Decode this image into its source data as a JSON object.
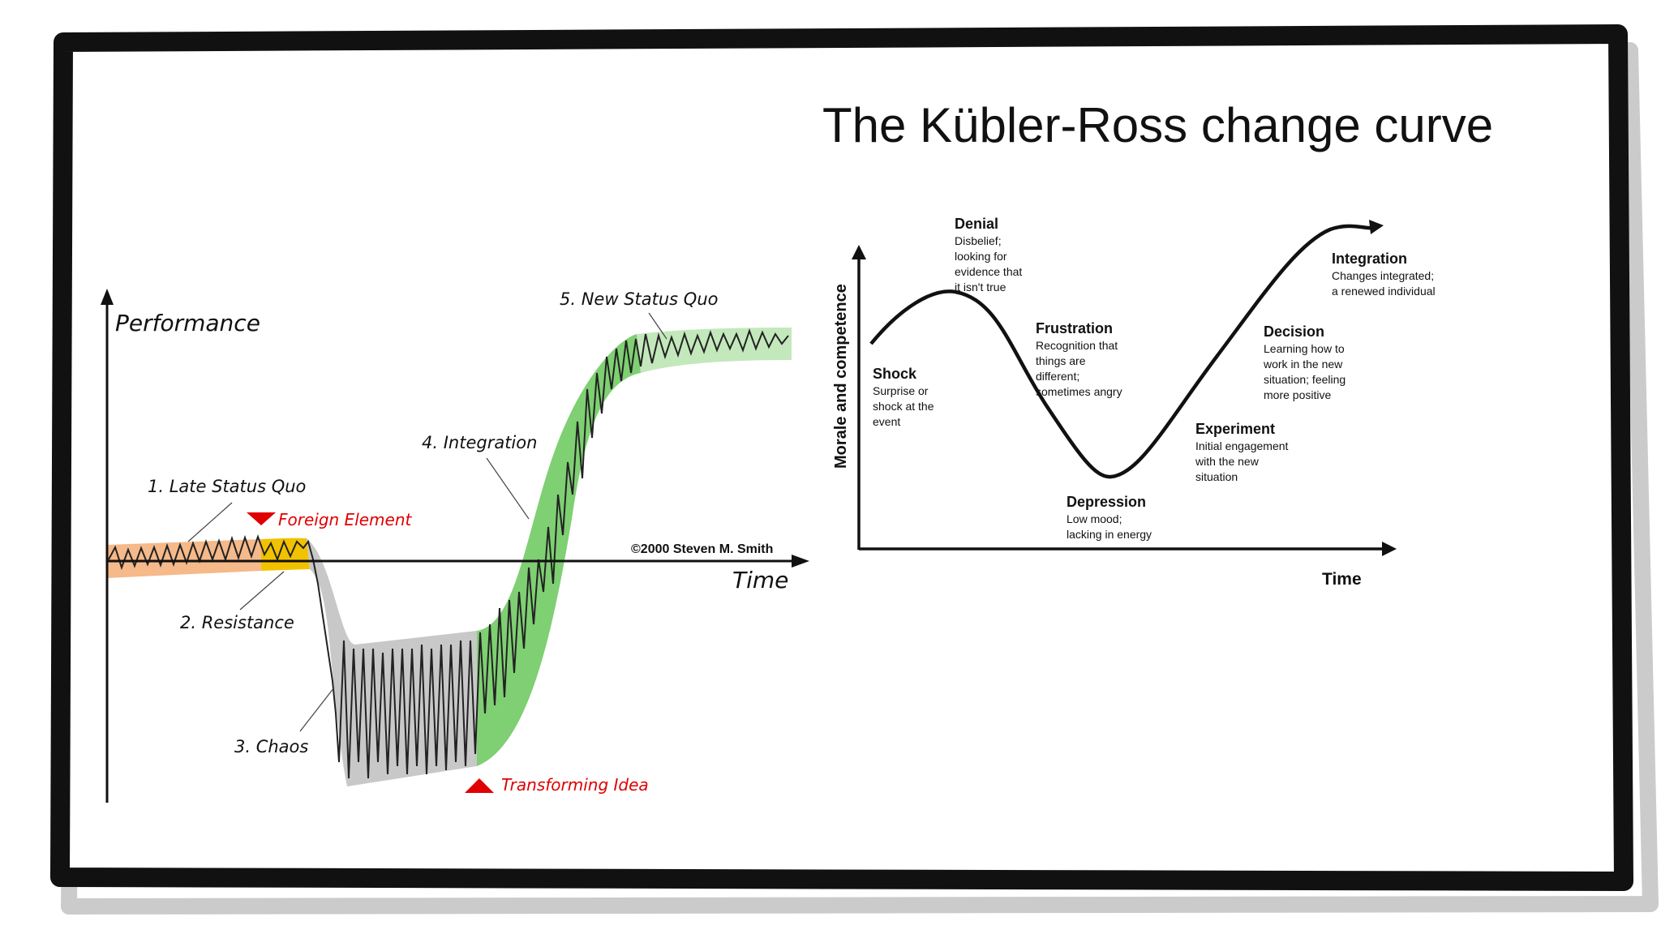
{
  "slide": {
    "title": "The Kübler-Ross change curve"
  },
  "satir": {
    "y_axis_label": "Performance",
    "x_axis_label": "Time",
    "copyright": "©2000 Steven M. Smith",
    "stages": [
      {
        "label": "1. Late Status Quo"
      },
      {
        "label": "2. Resistance"
      },
      {
        "label": "3. Chaos"
      },
      {
        "label": "4. Integration"
      },
      {
        "label": "5. New Status Quo"
      }
    ],
    "events": [
      {
        "label": "Foreign Element",
        "color": "#e00000"
      },
      {
        "label": "Transforming Idea",
        "color": "#e00000"
      }
    ],
    "band_colors": {
      "status_quo": "#f5b98a",
      "resistance": "#f2c200",
      "chaos": "#c8c8c8",
      "integration": "#7fcf73",
      "new_status_quo": "#c3e8bc"
    }
  },
  "kubler": {
    "y_axis_label": "Morale and competence",
    "x_axis_label": "Time",
    "stages": [
      {
        "name": "Shock",
        "lines": [
          "Surprise or",
          "shock at the",
          "event"
        ]
      },
      {
        "name": "Denial",
        "lines": [
          "Disbelief;",
          "looking for",
          "evidence that",
          "it isn't true"
        ]
      },
      {
        "name": "Frustration",
        "lines": [
          "Recognition that",
          "things are",
          "different;",
          "sometimes angry"
        ]
      },
      {
        "name": "Depression",
        "lines": [
          "Low mood;",
          "lacking in energy"
        ]
      },
      {
        "name": "Experiment",
        "lines": [
          "Initial engagement",
          "with the new",
          "situation"
        ]
      },
      {
        "name": "Decision",
        "lines": [
          "Learning how to",
          "work in the new",
          "situation; feeling",
          "more positive"
        ]
      },
      {
        "name": "Integration",
        "lines": [
          "Changes integrated;",
          "a renewed individual"
        ]
      }
    ]
  }
}
